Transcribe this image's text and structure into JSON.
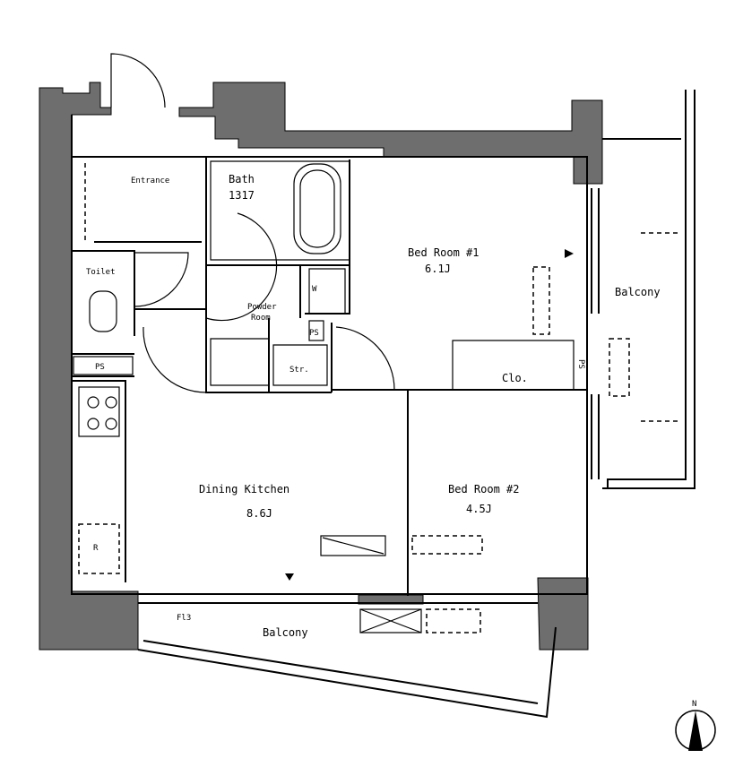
{
  "title": "Floor plan",
  "rooms": {
    "entrance": "Entrance",
    "bath": "Bath",
    "bath_size": "1317",
    "toilet": "Toilet",
    "powder_room_1": "Powder",
    "powder_room_2": "Room",
    "washer": "W",
    "ps_upper": "PS",
    "ps_left": "PS",
    "ps_right": "PS",
    "storage": "Str.",
    "bedroom1": "Bed Room #1",
    "bedroom1_size": "6.1J",
    "closet": "Clo.",
    "balcony_right": "Balcony",
    "dining_kitchen": "Dining Kitchen",
    "dining_kitchen_size": "8.6J",
    "bedroom2": "Bed Room #2",
    "bedroom2_size": "4.5J",
    "fl": "Fl3",
    "balcony_bottom": "Balcony",
    "refrigerator": "R"
  },
  "compass": {
    "north": "N"
  }
}
